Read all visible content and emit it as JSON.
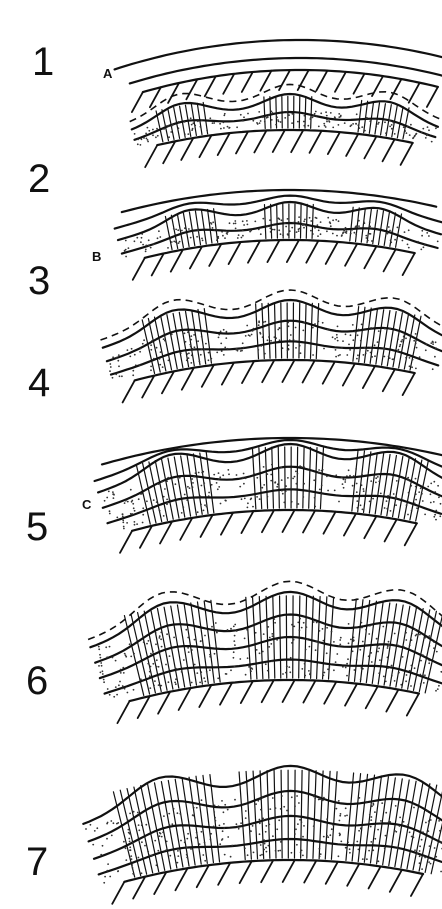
{
  "stages": [
    {
      "number": "1",
      "letter": "A"
    },
    {
      "number": "2",
      "letter": ""
    },
    {
      "number": "3",
      "letter": "B"
    },
    {
      "number": "4",
      "letter": ""
    },
    {
      "number": "5",
      "letter": "C"
    },
    {
      "number": "6",
      "letter": ""
    },
    {
      "number": "7",
      "letter": ""
    }
  ]
}
